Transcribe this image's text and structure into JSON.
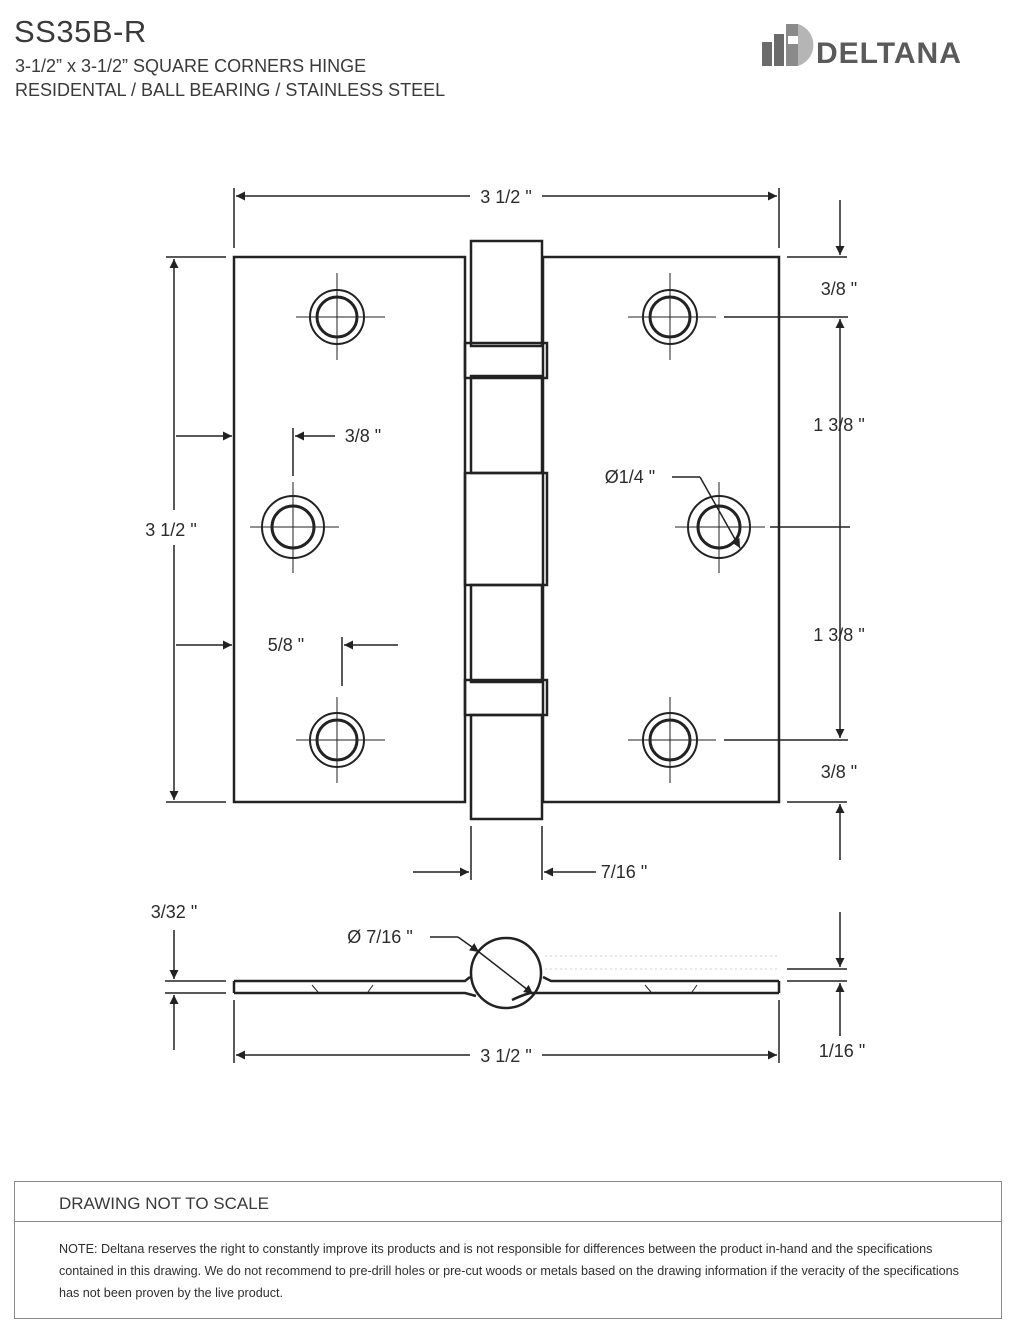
{
  "header": {
    "model": "SS35B-R",
    "subtitle_1": "3-1/2” x 3-1/2” SQUARE CORNERS HINGE",
    "subtitle_2": "RESIDENTAL / BALL BEARING / STAINLESS STEEL",
    "brand": "DELTANA",
    "logo_icon": "deltana-logo-icon"
  },
  "dimensions": {
    "overall_width_top": "3 1/2 \"",
    "overall_height": "3 1/2 \"",
    "top_hole_offset": "3/8 \"",
    "hole_spacing_upper": "1 3/8 \"",
    "hole_spacing_lower": "1 3/8 \"",
    "bottom_hole_offset": "3/8 \"",
    "edge_hole_offset": "3/8 \"",
    "inner_hole_offset": "5/8 \"",
    "hole_diameter": "Ø1/4 \"",
    "knuckle_width": "7/16 \"",
    "leaf_thickness_gap": "3/32 \"",
    "pin_diameter": "Ø 7/16 \"",
    "overall_width_bottom": "3 1/2 \"",
    "leaf_thickness": "1/16 \""
  },
  "notes": {
    "title": "DRAWING NOT TO SCALE",
    "text": "NOTE: Deltana reserves the right to constantly improve its products and is not responsible for differences between the product in-hand and the specifications contained in this drawing. We do not recommend to pre-drill holes or pre-cut woods or metals based on the drawing information if the veracity of the specifications has not been proven by the live product."
  },
  "colors": {
    "line": "#222222",
    "text": "#2b2b2b",
    "logo": "#6b6b6b"
  }
}
